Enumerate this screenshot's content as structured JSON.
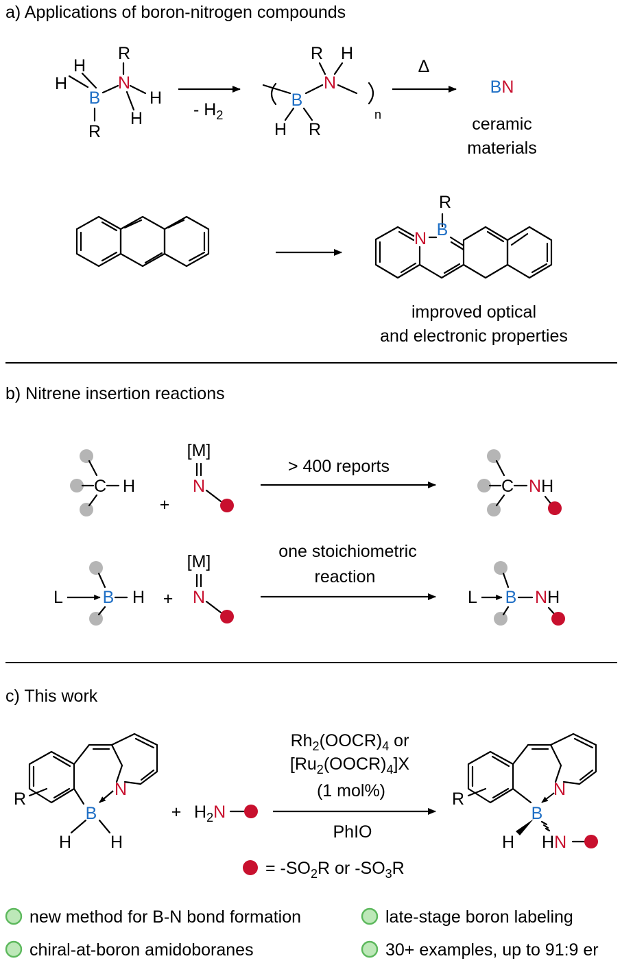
{
  "sections": {
    "a": "a) Applications of boron-nitrogen compounds",
    "b": "b) Nitrene insertion reactions",
    "c": "c) This work"
  },
  "atoms": {
    "R": "R",
    "H": "H",
    "B": "B",
    "N": "N",
    "L": "L",
    "C": "C",
    "n": "n",
    "M": "[M]",
    "eq": "||",
    "NH": "NH",
    "HN": "HN"
  },
  "panel_a": {
    "arrow1_label": "- H",
    "arrow1_label_sub": "2",
    "arrow2_label": "Δ",
    "ceramic_line1": "ceramic",
    "ceramic_line2": "materials",
    "improved_line1": "improved optical",
    "improved_line2": "and electronic properties"
  },
  "panel_b": {
    "row1_arrow_label": "> 400 reports",
    "row2_arrow_label_line1": "one stoichiometric",
    "row2_arrow_label_line2": "reaction",
    "plus": "+"
  },
  "panel_c": {
    "reagent_h2n": "H",
    "reagent_h2n_sub": "2",
    "cond_line1_a": "Rh",
    "cond_line1_sub1": "2",
    "cond_line1_b": "(OOCR)",
    "cond_line1_sub2": "4",
    "cond_line1_c": " or",
    "cond_line2_a": "[Ru",
    "cond_line2_sub1": "2",
    "cond_line2_b": "(OOCR)",
    "cond_line2_sub2": "4",
    "cond_line2_c": "]X",
    "cond_line3": "(1 mol%)",
    "cond_below": "PhIO",
    "legend_a": "= -SO",
    "legend_sub1": "2",
    "legend_b": "R or -SO",
    "legend_sub2": "3",
    "legend_c": "R"
  },
  "bullets": [
    "new method for B-N bond formation",
    "late-stage boron labeling",
    "chiral-at-boron amidoboranes",
    "30+ examples, up to 91:9 er"
  ],
  "colors": {
    "boron": "#1f6fc5",
    "nitrogen": "#c8102e",
    "substituent": "#b5b5b5",
    "bullet": "#bde8b8"
  }
}
